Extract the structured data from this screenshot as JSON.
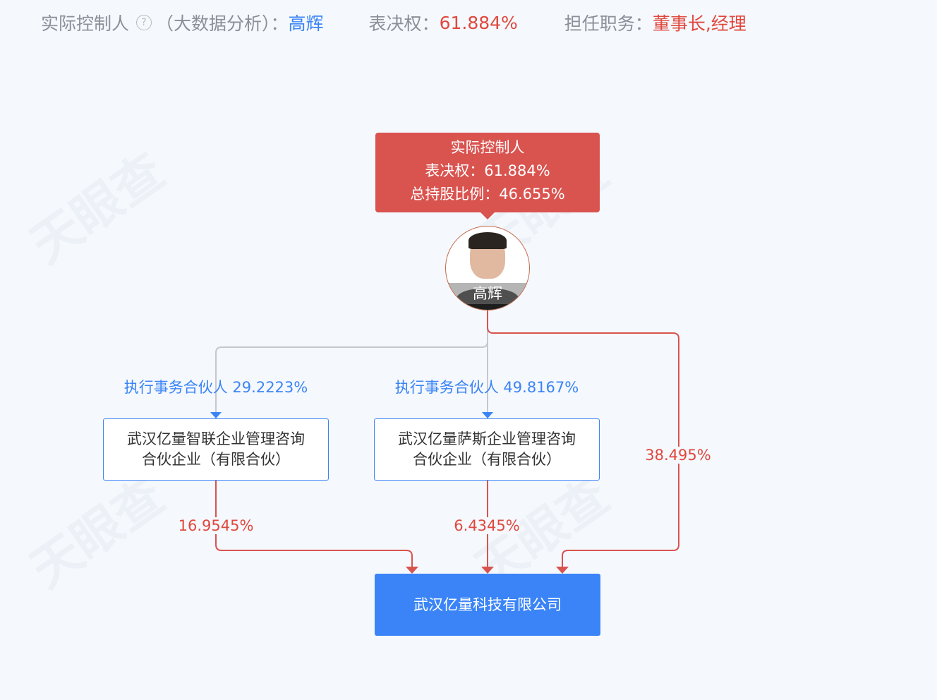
{
  "header": {
    "controller_label": "实际控制人",
    "help_icon": "?",
    "analysis_label": "（大数据分析）：",
    "controller_name": "高辉",
    "voting_label": "表决权：",
    "voting_value": "61.884%",
    "position_label": "担任职务：",
    "position_value": "董事长,经理"
  },
  "watermark": "天眼查",
  "controller_card": {
    "title": "实际控制人",
    "voting": "表决权：61.884%",
    "total_holding": "总持股比例：46.655%"
  },
  "person": {
    "name": "高辉"
  },
  "partners": [
    {
      "role_label": "执行事务合伙人 29.2223%",
      "name_line1": "武汉亿量智联企业管理咨询",
      "name_line2": "合伙企业（有限合伙）",
      "holding": "16.9545%"
    },
    {
      "role_label": "执行事务合伙人 49.8167%",
      "name_line1": "武汉亿量萨斯企业管理咨询",
      "name_line2": "合伙企业（有限合伙）",
      "holding": "6.4345%"
    }
  ],
  "direct_holding": "38.495%",
  "target_company": "武汉亿量科技有限公司",
  "colors": {
    "blue": "#3a84f7",
    "red": "#d9534f",
    "gray_line": "#c4c8cf"
  }
}
